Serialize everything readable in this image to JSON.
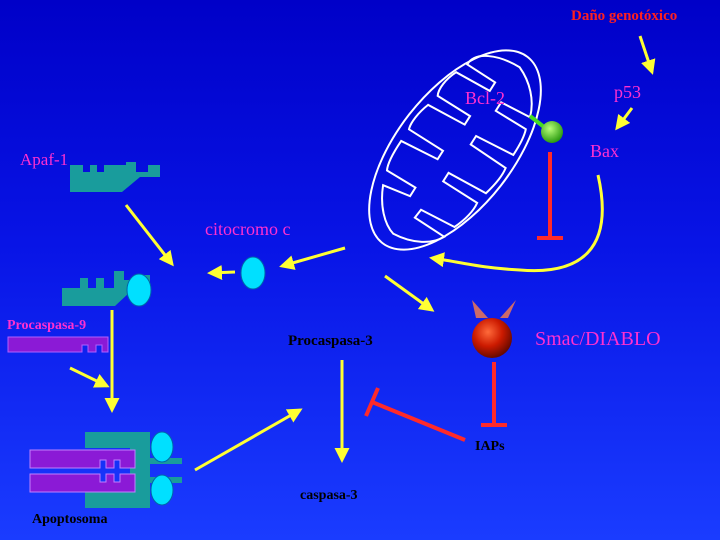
{
  "labels": {
    "dano_genotoxico": "Daño genotóxico",
    "p53": "p53",
    "bcl2": "Bcl-2",
    "bax": "Bax",
    "apaf1": "Apaf-1",
    "citocromo_c": "citocromo c",
    "procaspasa9": "Procaspasa-9",
    "procaspasa3": "Procaspasa-3",
    "smac_diablo": "Smac/DIABLO",
    "iaps": "IAPs",
    "caspasa3": "caspasa-3",
    "apoptosoma": "Apoptosoma"
  },
  "colors": {
    "background": "#0814e6",
    "activation_arrow": "#ffff33",
    "inhibition": "#ff2a2a",
    "apaf": "#199c9c",
    "cyan_protein": "#00e0ff",
    "caspase9": "#8b1ad6",
    "bcl2_ball": "#44dd22",
    "smac_ball": "#cc1a00",
    "label_red": "#ff2020",
    "label_magenta": "#ff30d0"
  }
}
